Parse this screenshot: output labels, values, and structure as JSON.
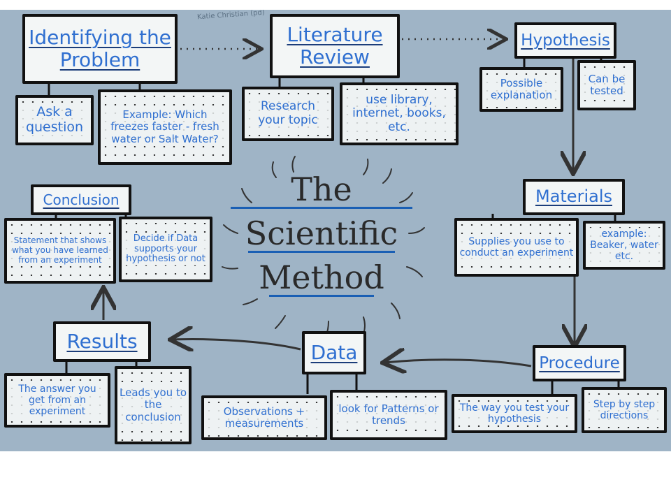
{
  "poster": {
    "center_title": [
      "The",
      "Scientific",
      "Method"
    ],
    "credit": "Katie Christian",
    "credit_period": "(pd)",
    "steps": {
      "identifying_problem": {
        "title": "Identifying the Problem",
        "notes": [
          "Ask a question",
          "Example: Which freezes faster - fresh water or Salt Water?"
        ]
      },
      "literature_review": {
        "title": "Literature Review",
        "notes": [
          "Research your topic",
          "use library, internet, books, etc."
        ]
      },
      "hypothesis": {
        "title": "Hypothesis",
        "notes": [
          "Possible explanation",
          "Can be tested"
        ]
      },
      "materials": {
        "title": "Materials",
        "notes": [
          "Supplies you use to conduct an experiment",
          "example: Beaker, water etc."
        ]
      },
      "procedure": {
        "title": "Procedure",
        "notes": [
          "The way you test your hypothesis",
          "Step by step directions"
        ]
      },
      "data": {
        "title": "Data",
        "notes": [
          "Observations + measurements",
          "look for Patterns or trends"
        ]
      },
      "results": {
        "title": "Results",
        "notes": [
          "The answer you get from an experiment",
          "Leads you to the conclusion"
        ]
      },
      "conclusion": {
        "title": "Conclusion",
        "notes": [
          "Statement that shows what you have learned from an experiment",
          "Decide if Data supports your hypothesis or not"
        ]
      }
    },
    "colors": {
      "paper": "#9fb4c6",
      "box_fill": "#eef2f3",
      "ink_blue": "#2f6fd0",
      "outline": "#111111"
    }
  }
}
